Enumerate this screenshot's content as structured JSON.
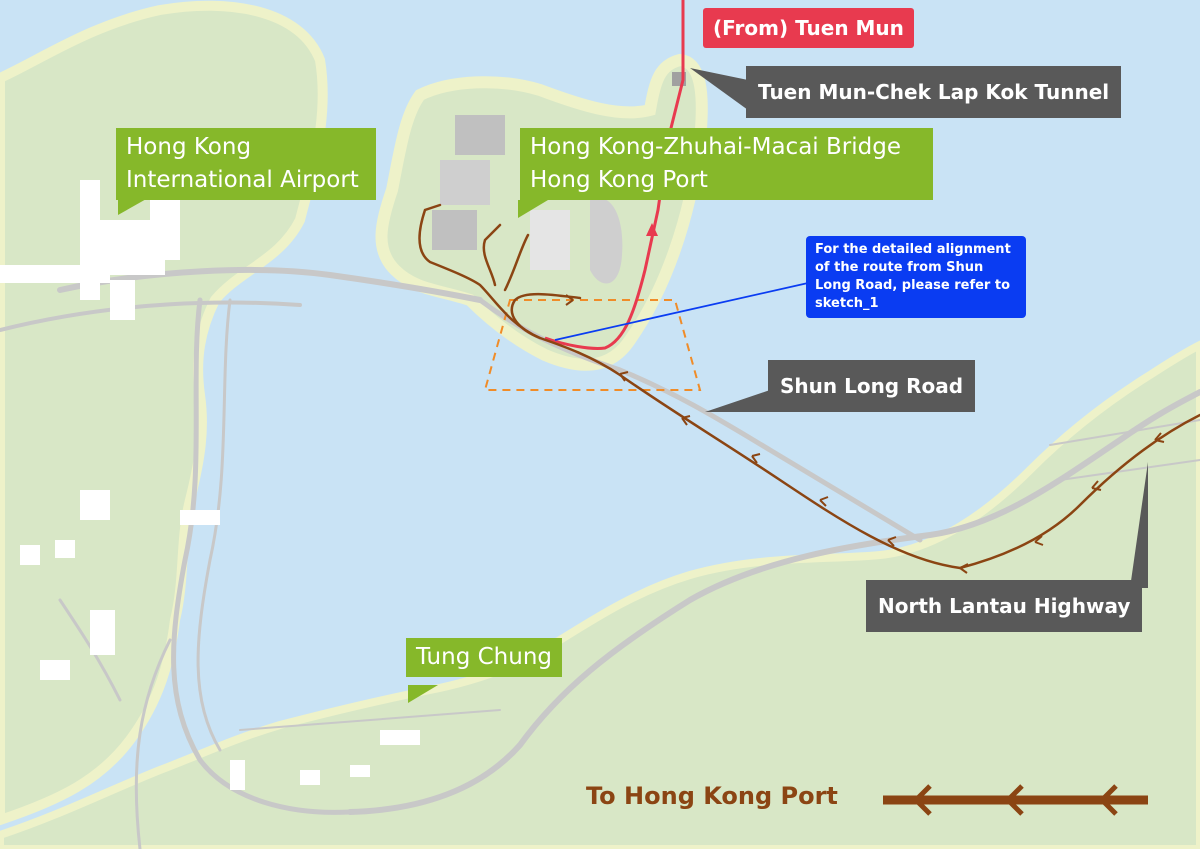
{
  "labels": {
    "airport": "Hong Kong\nInternational Airport",
    "hzmb_port": "Hong Kong-Zhuhai-Macai Bridge\nHong Kong Port",
    "from_tuen_mun": "(From) Tuen Mun",
    "tunnel": "Tuen Mun-Chek Lap Kok Tunnel",
    "sketch_note": "For the detailed alignment of the route from Shun Long Road, please refer to sketch_1",
    "shun_long_road": "Shun Long Road",
    "north_lantau_highway": "North Lantau Highway",
    "tung_chung": "Tung Chung"
  },
  "legend": {
    "label": "To Hong Kong Port"
  },
  "colors": {
    "water": "#c9e3f5",
    "land": "#d8e7c6",
    "land_edge": "#eef2c9",
    "road": "#c8c8c8",
    "route_brown": "#8b4513",
    "route_red": "#e83a4f",
    "label_green": "#86b82a",
    "label_dark": "#595959",
    "label_blue": "#0a3cf2",
    "highlight_orange": "#f08c28"
  }
}
